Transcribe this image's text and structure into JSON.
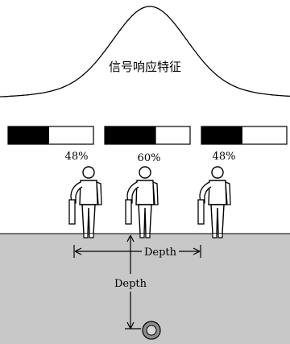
{
  "curve": {
    "label": "信号响应特征"
  },
  "meters": [
    {
      "percent": 48,
      "label": "48%"
    },
    {
      "percent": 60,
      "label": "60%"
    },
    {
      "percent": 48,
      "label": "48%"
    }
  ],
  "dimensions": {
    "horizontal_label": "Depth",
    "vertical_label": "Depth"
  },
  "colors": {
    "ground": "#c8c8c8",
    "meter_fill": "#000000",
    "meter_empty": "#ffffff",
    "line": "#000000",
    "pipe": "#8c8c8c"
  }
}
